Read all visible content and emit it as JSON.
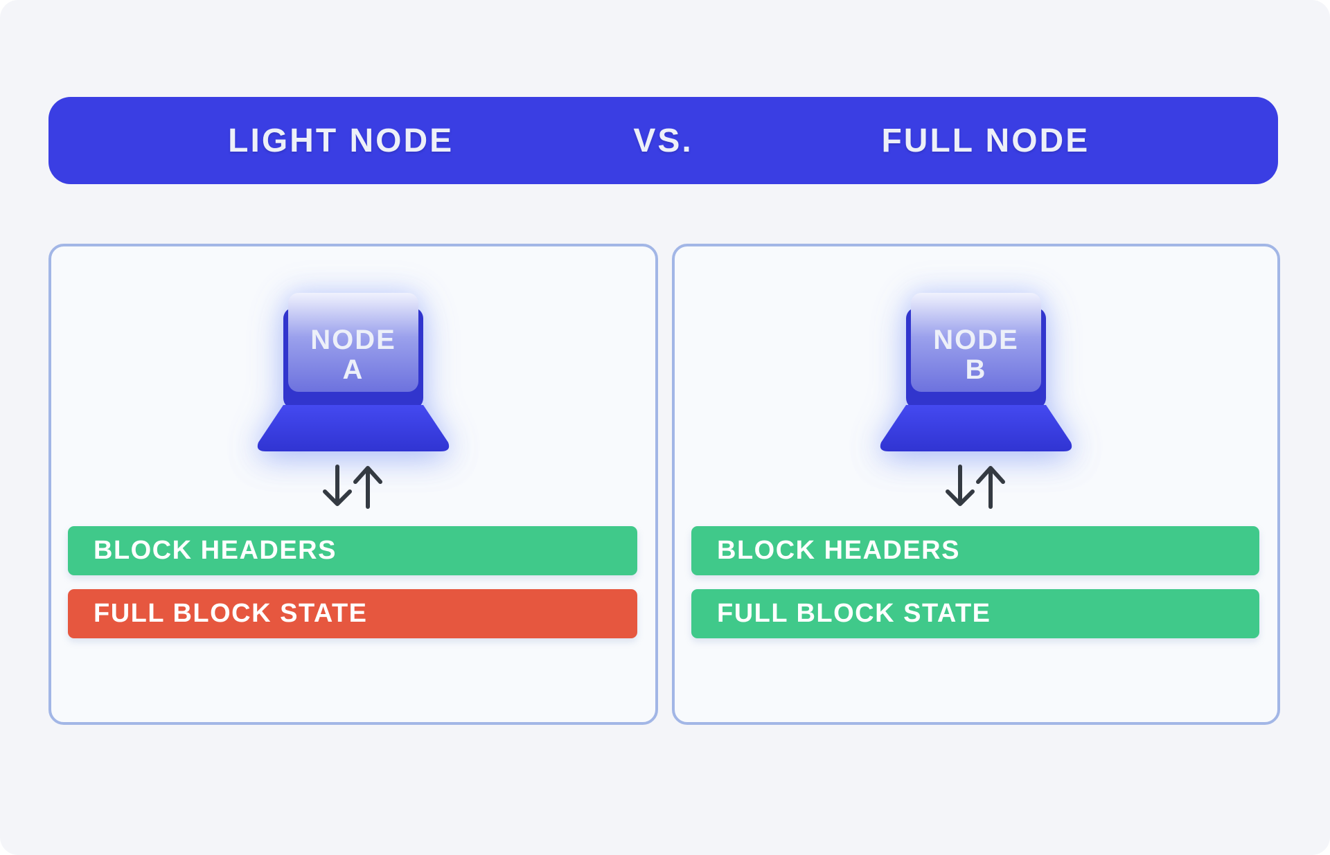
{
  "header": {
    "left_title": "LIGHT NODE",
    "vs_label": "VS.",
    "right_title": "FULL NODE"
  },
  "colors": {
    "banner_blue": "#3A3EE3",
    "supported_green": "#40C98A",
    "unsupported_red": "#E6573F"
  },
  "panels": [
    {
      "node_name": "NODE",
      "node_letter": "A",
      "bars": [
        {
          "label": "BLOCK HEADERS",
          "color": "#40C98A"
        },
        {
          "label": "FULL BLOCK STATE",
          "color": "#E6573F"
        }
      ]
    },
    {
      "node_name": "NODE",
      "node_letter": "B",
      "bars": [
        {
          "label": "BLOCK HEADERS",
          "color": "#40C98A"
        },
        {
          "label": "FULL BLOCK STATE",
          "color": "#40C98A"
        }
      ]
    }
  ]
}
